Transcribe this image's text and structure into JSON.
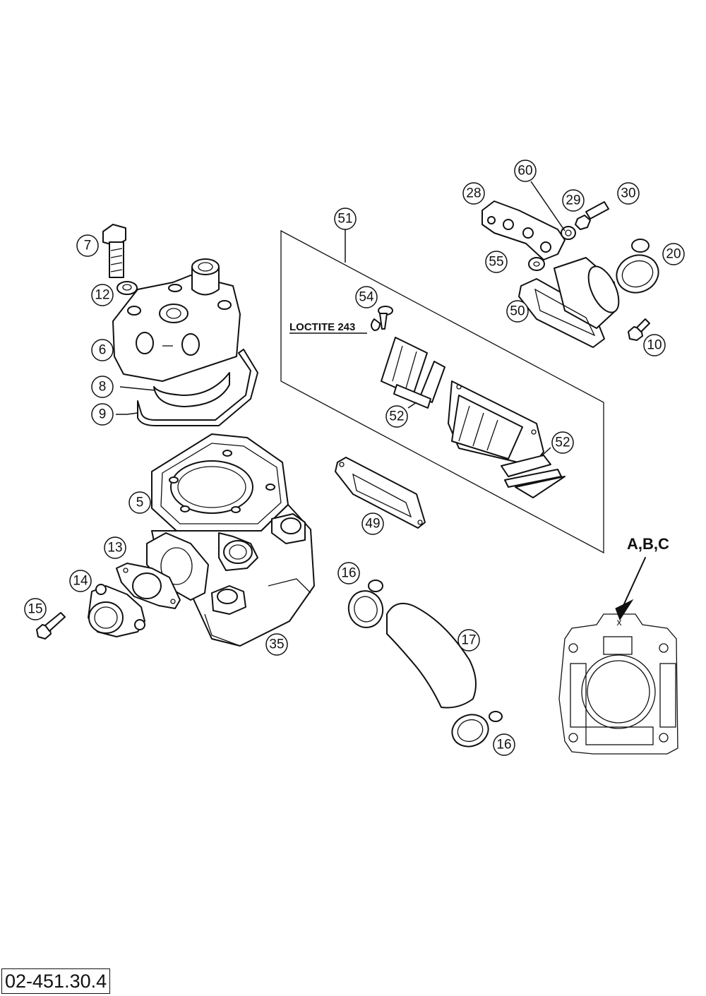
{
  "diagram": {
    "callouts": [
      "5",
      "6",
      "7",
      "8",
      "9",
      "10",
      "12",
      "13",
      "14",
      "15",
      "16",
      "16",
      "17",
      "20",
      "28",
      "29",
      "30",
      "35",
      "49",
      "50",
      "51",
      "52",
      "52",
      "54",
      "55",
      "60"
    ],
    "notes": {
      "loctite": "LOCTITE 243",
      "variants": "A,B,C",
      "mark": "x"
    }
  },
  "document_code": "02-451.30.4"
}
